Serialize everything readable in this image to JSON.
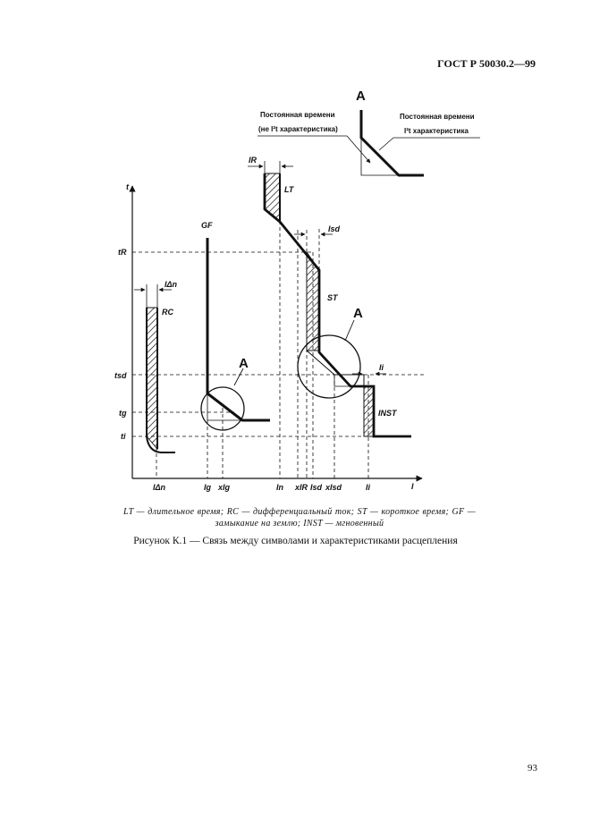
{
  "header": {
    "standard": "ГОСТ Р 50030.2—99"
  },
  "figure": {
    "detail_letter": "A",
    "detail_note_left_line1": "Постоянная времени",
    "detail_note_left_line2": "(не I²t характеристика)",
    "detail_note_right_line1": "Постоянная времени",
    "detail_note_right_line2": "I²t характеристика",
    "y_axis_label": "t",
    "x_axis_label": "I",
    "y_ticks": {
      "tR": "tR",
      "tsd": "tsd",
      "tg": "tg",
      "ti": "ti"
    },
    "x_ticks": {
      "IΔn": "IΔn",
      "Ig": "Ig",
      "xIg": "xIg",
      "In": "In",
      "xIR": "xIR",
      "Isd": "Isd",
      "xIsd": "xIsd",
      "Ii": "Ii"
    },
    "curve_labels": {
      "LT": "LT",
      "ST": "ST",
      "GF": "GF",
      "RC": "RC",
      "INST": "INST"
    },
    "band_labels": {
      "IR": "IR",
      "Isd": "Isd",
      "IΔn": "IΔn",
      "Ii": "Ii"
    },
    "callouts": {
      "A_gf": "A",
      "A_st": "A"
    }
  },
  "legend": {
    "text": "LT — длительное время; RC — дифференциальный ток; ST — короткое время; GF — замыкание на землю; INST — мгновенный"
  },
  "caption": {
    "text": "Рисунок К.1 — Связь между символами и характеристиками расцепления"
  },
  "page_number": "93"
}
